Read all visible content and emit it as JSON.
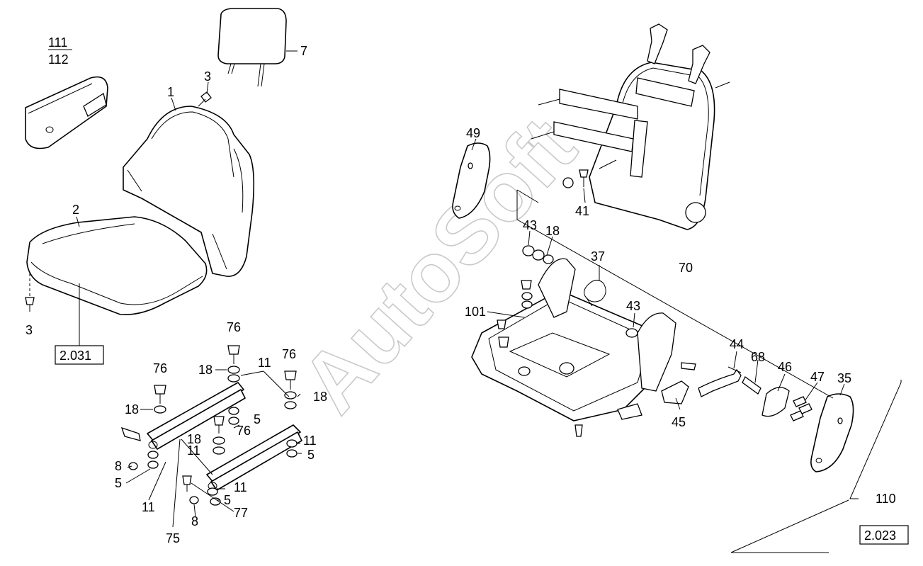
{
  "watermark": "AutoSoft",
  "labels": {
    "l111": "111",
    "l112": "112",
    "l7": "7",
    "l3a": "3",
    "l1": "1",
    "l2": "2",
    "l3b": "3",
    "l49": "49",
    "l41": "41",
    "l43a": "43",
    "l18a": "18",
    "l37": "37",
    "l70": "70",
    "l101": "101",
    "l43b": "43",
    "l44": "44",
    "l68": "68",
    "l46": "46",
    "l47": "47",
    "l35": "35",
    "l45": "45",
    "l110": "110",
    "l76a": "76",
    "l76b": "76",
    "l76c": "76",
    "l76d": "76",
    "l18b": "18",
    "l18c": "18",
    "l18d": "18",
    "l18e": "18",
    "l11a": "11",
    "l11b": "11",
    "l11c": "11",
    "l11d": "11",
    "l11e": "11",
    "l5a": "5",
    "l5b": "5",
    "l5c": "5",
    "l5d": "5",
    "l8a": "8",
    "l8b": "8",
    "l75": "75",
    "l77": "77"
  },
  "references": {
    "ref_seat": "2.031",
    "ref_frame": "2.023"
  }
}
